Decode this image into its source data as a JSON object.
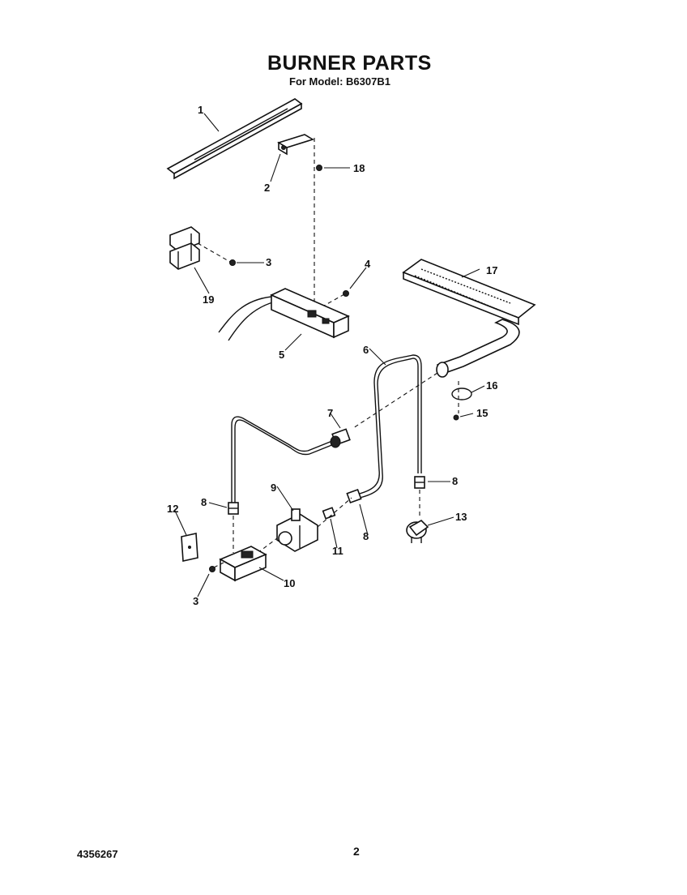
{
  "header": {
    "title": "BURNER PARTS",
    "subtitle": "For Model: B6307B1"
  },
  "footer": {
    "document_number": "4356267",
    "page_number": "2"
  },
  "callouts": {
    "c1": "1",
    "c2": "2",
    "c18": "18",
    "c3a": "3",
    "c19": "19",
    "c4": "4",
    "c17": "17",
    "c5": "5",
    "c6": "6",
    "c16": "16",
    "c15": "15",
    "c7": "7",
    "c8a": "8",
    "c8b": "8",
    "c8c": "8",
    "c9": "9",
    "c12": "12",
    "c13": "13",
    "c11": "11",
    "c10": "10",
    "c3b": "3"
  }
}
